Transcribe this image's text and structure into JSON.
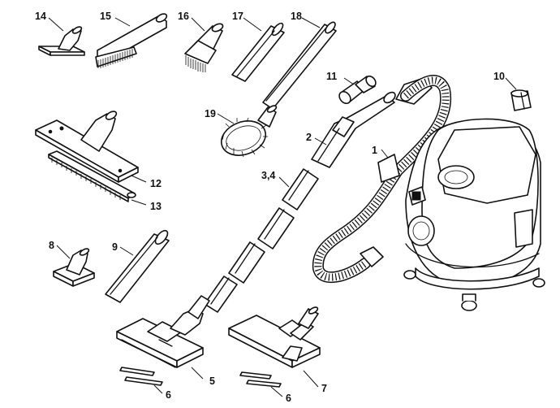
{
  "labels": {
    "p1": "1",
    "p2": "2",
    "p3_4": "3,4",
    "p5": "5",
    "p6a": "6",
    "p6b": "6",
    "p7": "7",
    "p8": "8",
    "p9": "9",
    "p10": "10",
    "p11": "11",
    "p12": "12",
    "p13": "13",
    "p14": "14",
    "p15": "15",
    "p16": "16",
    "p17": "17",
    "p18": "18",
    "p19": "19"
  }
}
